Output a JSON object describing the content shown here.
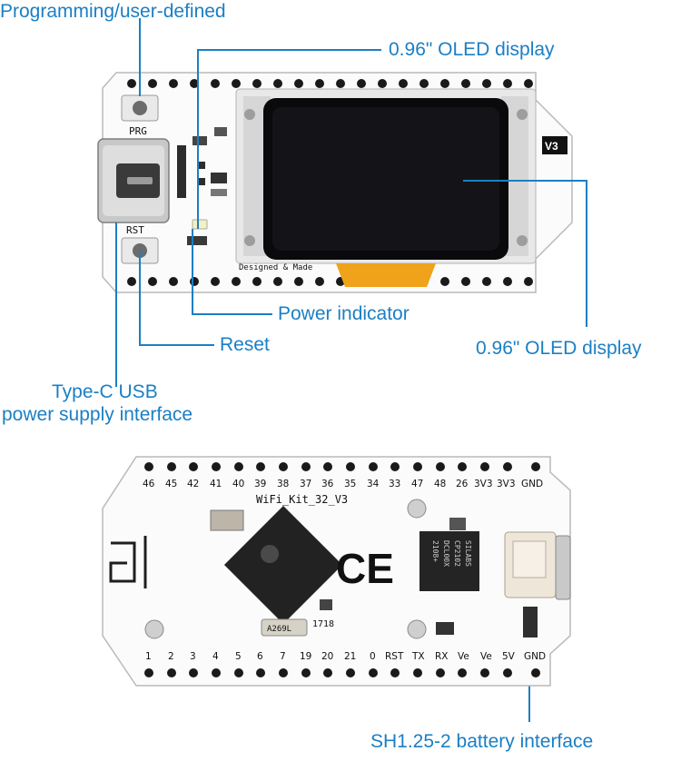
{
  "callouts": {
    "prg": "Programming/user-defined",
    "oled_top": "0.96\" OLED display",
    "power": "Power indicator",
    "reset": "Reset",
    "oled_right": "0.96\" OLED display",
    "usb_line1": "Type-C USB",
    "usb_line2": "power supply interface",
    "battery": "SH1.25-2 battery interface"
  },
  "board_top": {
    "prg_label": "PRG",
    "rst_label": "RST",
    "version": "V3",
    "designed_text": "Designed & Made"
  },
  "board_bottom": {
    "top_pins": [
      "46",
      "45",
      "42",
      "41",
      "40",
      "39",
      "38",
      "37",
      "36",
      "35",
      "34",
      "33",
      "47",
      "48",
      "26",
      "3V3",
      "3V3",
      "GND"
    ],
    "bottom_pins": [
      "1",
      "2",
      "3",
      "4",
      "5",
      "6",
      "7",
      "19",
      "20",
      "21",
      "0",
      "RST",
      "TX",
      "RX",
      "Ve",
      "Ve",
      "5V",
      "GND"
    ],
    "model": "WiFi_Kit_32_V3",
    "ce_mark": "CE",
    "usb_chip_line1": "SILABS",
    "usb_chip_line2": "CP2102",
    "usb_chip_line3": "DCL00X",
    "usb_chip_line4": "2108+",
    "crystal": "A269L",
    "small_label": "1718"
  },
  "colors": {
    "accent": "#1b7fc4",
    "pcb": "#ffffff",
    "oled_glass": "#0a0a0c",
    "flex_cable": "#f0a21a"
  }
}
